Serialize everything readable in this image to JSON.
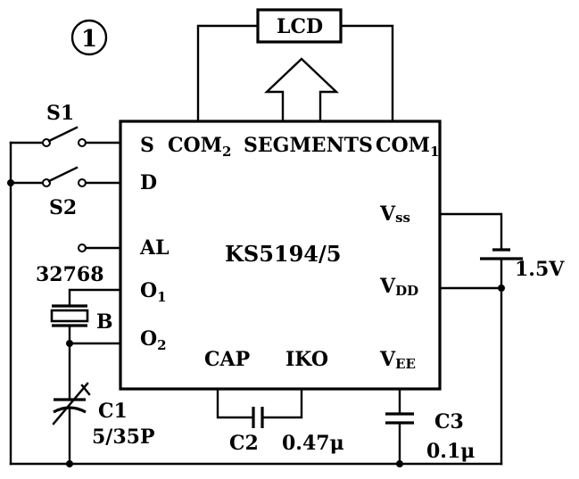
{
  "figure_number": "①",
  "lcd_label": "LCD",
  "ic": {
    "name": "KS5194/5",
    "pins_left": {
      "s": "S",
      "d": "D",
      "al": "AL",
      "o1": "O",
      "o1_sub": "1",
      "o2": "O",
      "o2_sub": "2"
    },
    "pins_top": {
      "com2": "COM",
      "com2_sub": "2",
      "segments": "SEGMENTS",
      "com1": "COM",
      "com1_sub": "1"
    },
    "pins_right": {
      "vss": "V",
      "vss_sub": "ss",
      "vdd": "V",
      "vdd_sub": "DD",
      "vee": "V",
      "vee_sub": "EE"
    },
    "pins_bottom": {
      "cap": "CAP",
      "iko": "IKO"
    }
  },
  "components": {
    "s1": "S1",
    "s2": "S2",
    "crystal_freq": "32768",
    "crystal_ref": "B",
    "c1": "C1",
    "c1_value": "5/35P",
    "c2": "C2",
    "c2_value": "0.47μ",
    "c3": "C3",
    "c3_value": "0.1μ",
    "battery_voltage": "1.5V"
  }
}
